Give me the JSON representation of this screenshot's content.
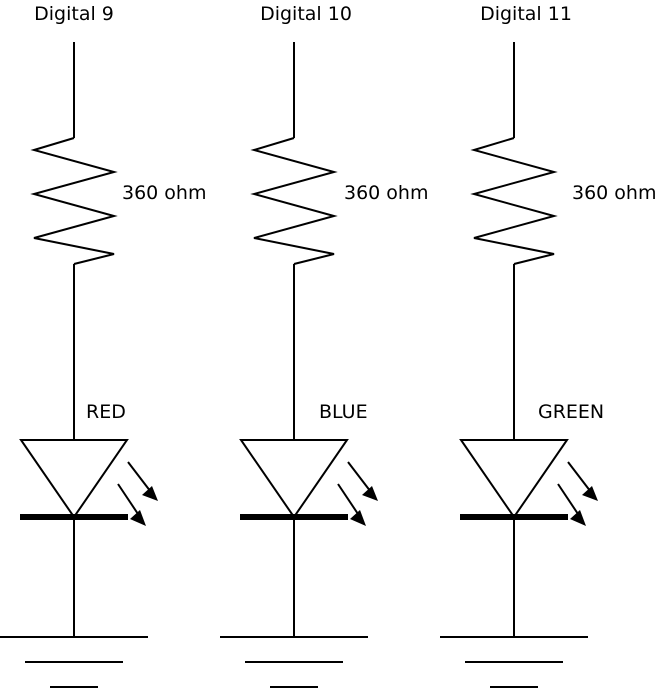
{
  "circuits": [
    {
      "pin_label": "Digital 9",
      "resistor_label": "360 ohm",
      "led_label": "RED"
    },
    {
      "pin_label": "Digital 10",
      "resistor_label": "360 ohm",
      "led_label": "BLUE"
    },
    {
      "pin_label": "Digital 11",
      "resistor_label": "360 ohm",
      "led_label": "GREEN"
    }
  ],
  "colors": {
    "line": "#000000",
    "background": "#ffffff"
  }
}
